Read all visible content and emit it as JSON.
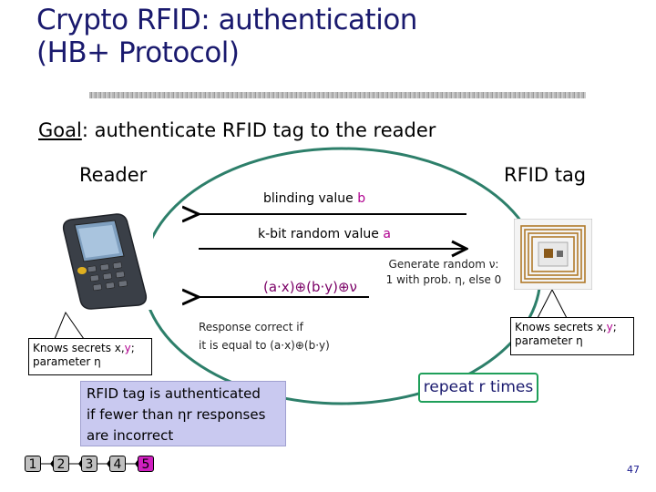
{
  "slide": {
    "title_line1": "Crypto RFID: authentication",
    "title_line2": "(HB+ Protocol)",
    "goal_keyword": "Goal",
    "goal_rest": ": authenticate RFID tag to the reader",
    "page_number": "47"
  },
  "parties": {
    "reader_label": "Reader",
    "tag_label": "RFID tag"
  },
  "messages": {
    "blinding_prefix": "blinding value ",
    "blinding_var": "b",
    "random_prefix": "k-bit random value ",
    "random_var": "a",
    "response": "(a·x)⊕(b·y)⊕ν"
  },
  "notes": {
    "generate_line1": "Generate random ν:",
    "generate_line2": "1 with prob. η, else 0",
    "response_line1": "Response correct if",
    "response_line2": "it is equal to (a·x)⊕(b·y)",
    "reader_knows_prefix": "Knows secrets x,",
    "reader_knows_var": "y",
    "reader_knows_suffix": ";",
    "reader_knows_line2": "parameter η",
    "tag_knows_prefix": "Knows secrets x,",
    "tag_knows_var": "y",
    "tag_knows_suffix": ";",
    "tag_knows_line2": "parameter η"
  },
  "result": {
    "line1": "RFID tag is authenticated",
    "line2": "if fewer than ηr responses",
    "line3": "are incorrect"
  },
  "repeat_label": "repeat r times",
  "steps": [
    "1",
    "2",
    "3",
    "4",
    "5"
  ],
  "active_step": "5",
  "colors": {
    "title": "#1a1a6e",
    "highlight": "#b0008f",
    "ellipse": "#2d7f6a",
    "result_box": "#c9c9f0",
    "repeat_border": "#1f9f5a",
    "active_step": "#d020c0"
  }
}
